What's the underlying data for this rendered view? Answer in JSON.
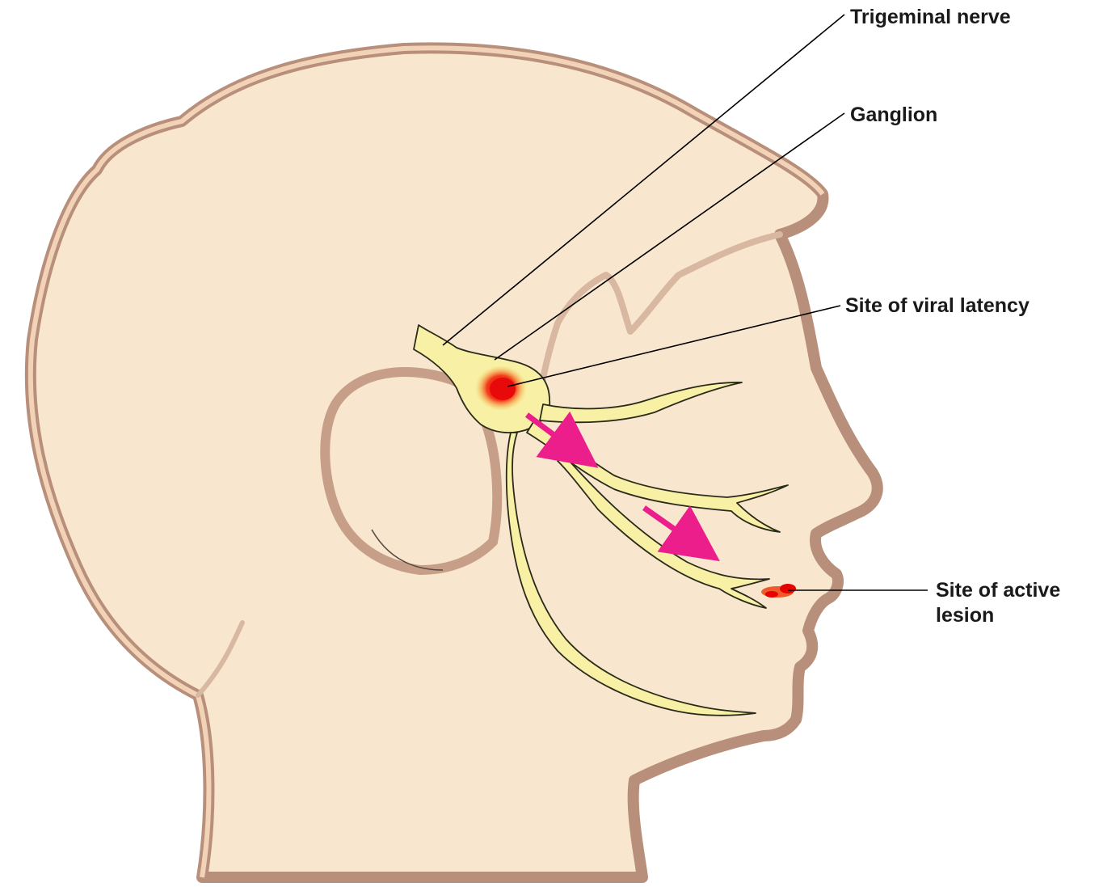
{
  "labels": {
    "trigeminal_nerve": "Trigeminal nerve",
    "ganglion": "Ganglion",
    "viral_latency": "Site of viral latency",
    "active_lesion_line1": "Site of active",
    "active_lesion_line2": "lesion"
  },
  "colors": {
    "skin_fill": "#f9e6cf",
    "skin_outline": "#b88f7a",
    "nerve_fill": "#f7f0a5",
    "nerve_outline": "#2a2a1a",
    "latency_red": "#ee1c1c",
    "arrow_magenta": "#ec1e8c",
    "leader_line": "#000000"
  },
  "icons": {
    "ganglion_marker": "red-spot",
    "spread_direction": "magenta-arrow"
  }
}
